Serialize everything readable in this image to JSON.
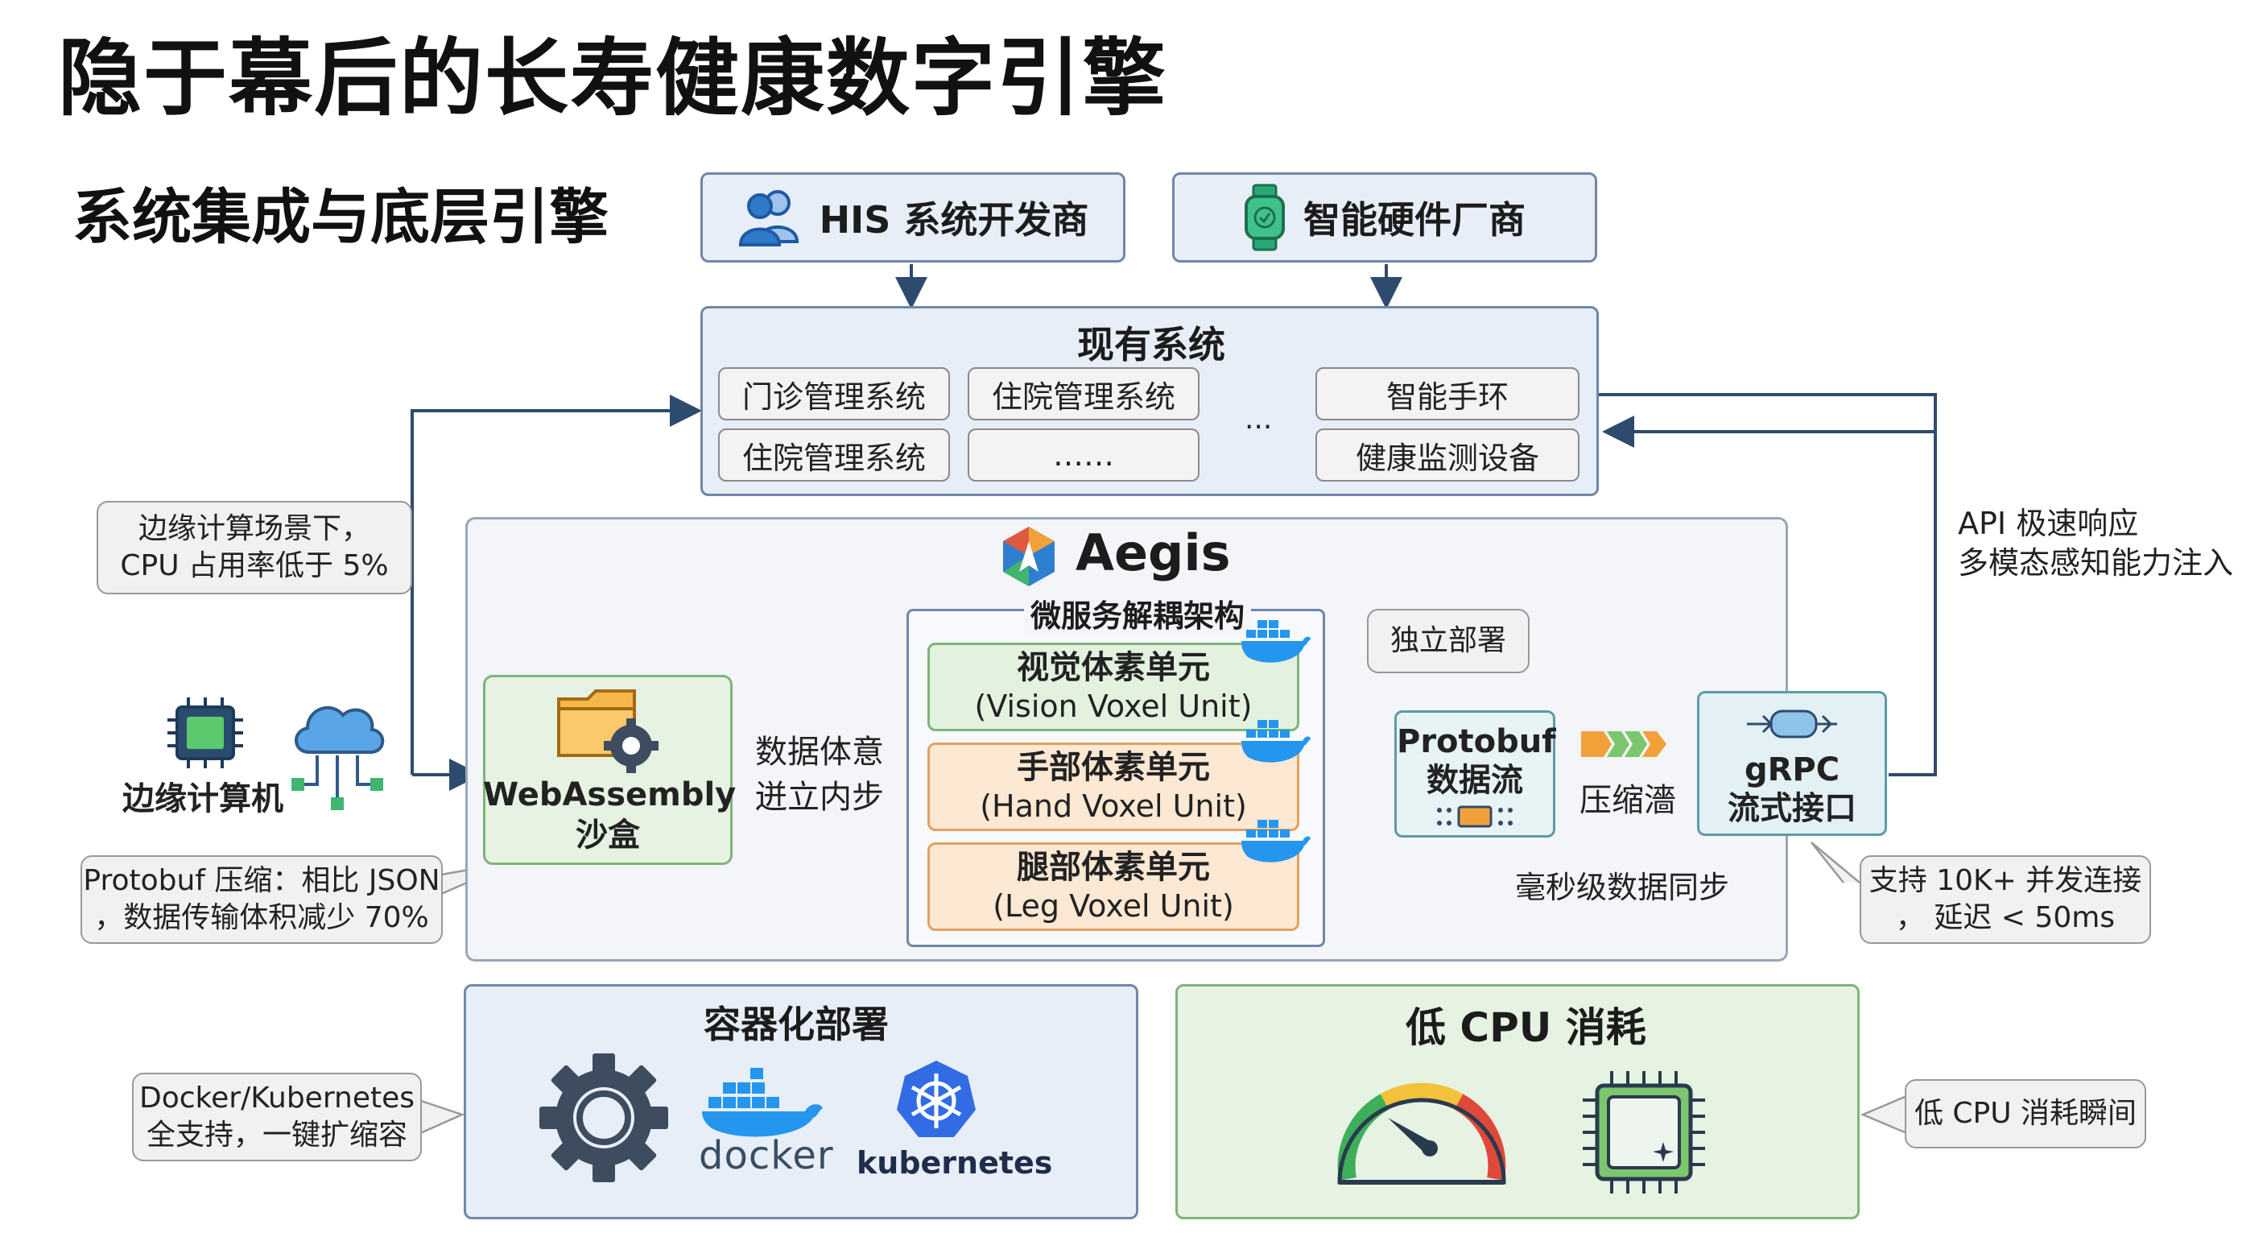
{
  "title": "隐于幕后的长寿健康数字引擎",
  "subtitle": "系统集成与底层引擎",
  "vendors": {
    "his": "HIS 系统开发商",
    "hardware": "智能硬件厂商"
  },
  "existing_systems": {
    "title": "现有系统",
    "items": [
      "门诊管理系统",
      "住院管理系统",
      "智能手环",
      "住院管理系统",
      "……",
      "健康监测设备"
    ],
    "ellipsis": "..."
  },
  "edge": {
    "label": "边缘计算机",
    "note_lines": [
      "边缘计算场景下，",
      "CPU 占用率低于 5%"
    ]
  },
  "protobuf_note": [
    "Protobuf 压缩：相比 JSON",
    "，数据传输体积减少 70%"
  ],
  "aegis": {
    "name": "Aegis",
    "arch_label": "微服务解耦架构"
  },
  "wasm": {
    "lines": [
      "WebAssembly",
      "沙盒"
    ]
  },
  "wasm_flow_label": [
    "数据体意",
    "迸立内步"
  ],
  "units": [
    {
      "title": "视觉体素单元",
      "sub": "(Vision Voxel Unit)"
    },
    {
      "title": "手部体素单元",
      "sub": "(Hand Voxel Unit)"
    },
    {
      "title": "腿部体素单元",
      "sub": "(Leg Voxel Unit)"
    }
  ],
  "independent_deploy": "独立部署",
  "protobuf_stream": [
    "Protobuf",
    "数据流"
  ],
  "compress_label": "压缩濇",
  "sync_label": "毫秒级数据同步",
  "grpc": [
    "gRPC",
    "流式接口"
  ],
  "api_note": [
    "API 极速响应",
    "多模态感知能力注入"
  ],
  "concurrency_note": [
    "支持 10K+ 并发连接",
    "，  延迟 < 50ms"
  ],
  "containerization": {
    "title": "容器化部署",
    "docker": "docker",
    "kubernetes": "kubernetes",
    "note": [
      "Docker/Kubernetes",
      "全支持，一键扩缩容"
    ]
  },
  "low_cpu": {
    "title": "低 CPU 消耗",
    "note": "低 CPU 消耗瞬间"
  },
  "icons": [
    "users-icon",
    "smartwatch-icon",
    "chip-icon",
    "cloud-network-icon",
    "aegis-logo-icon",
    "folder-gear-icon",
    "docker-whale-icon",
    "data-chevrons-icon",
    "pipe-icon",
    "gear-icon",
    "kubernetes-icon",
    "gauge-icon",
    "cpu-icon"
  ],
  "colors": {
    "accent_blue": "#2e4a6e",
    "box_blue": "#e8eef7",
    "box_green": "#e6f3e3",
    "box_orange": "#fde8d3",
    "docker_blue": "#2496ed",
    "kubernetes_blue": "#326ce5"
  }
}
